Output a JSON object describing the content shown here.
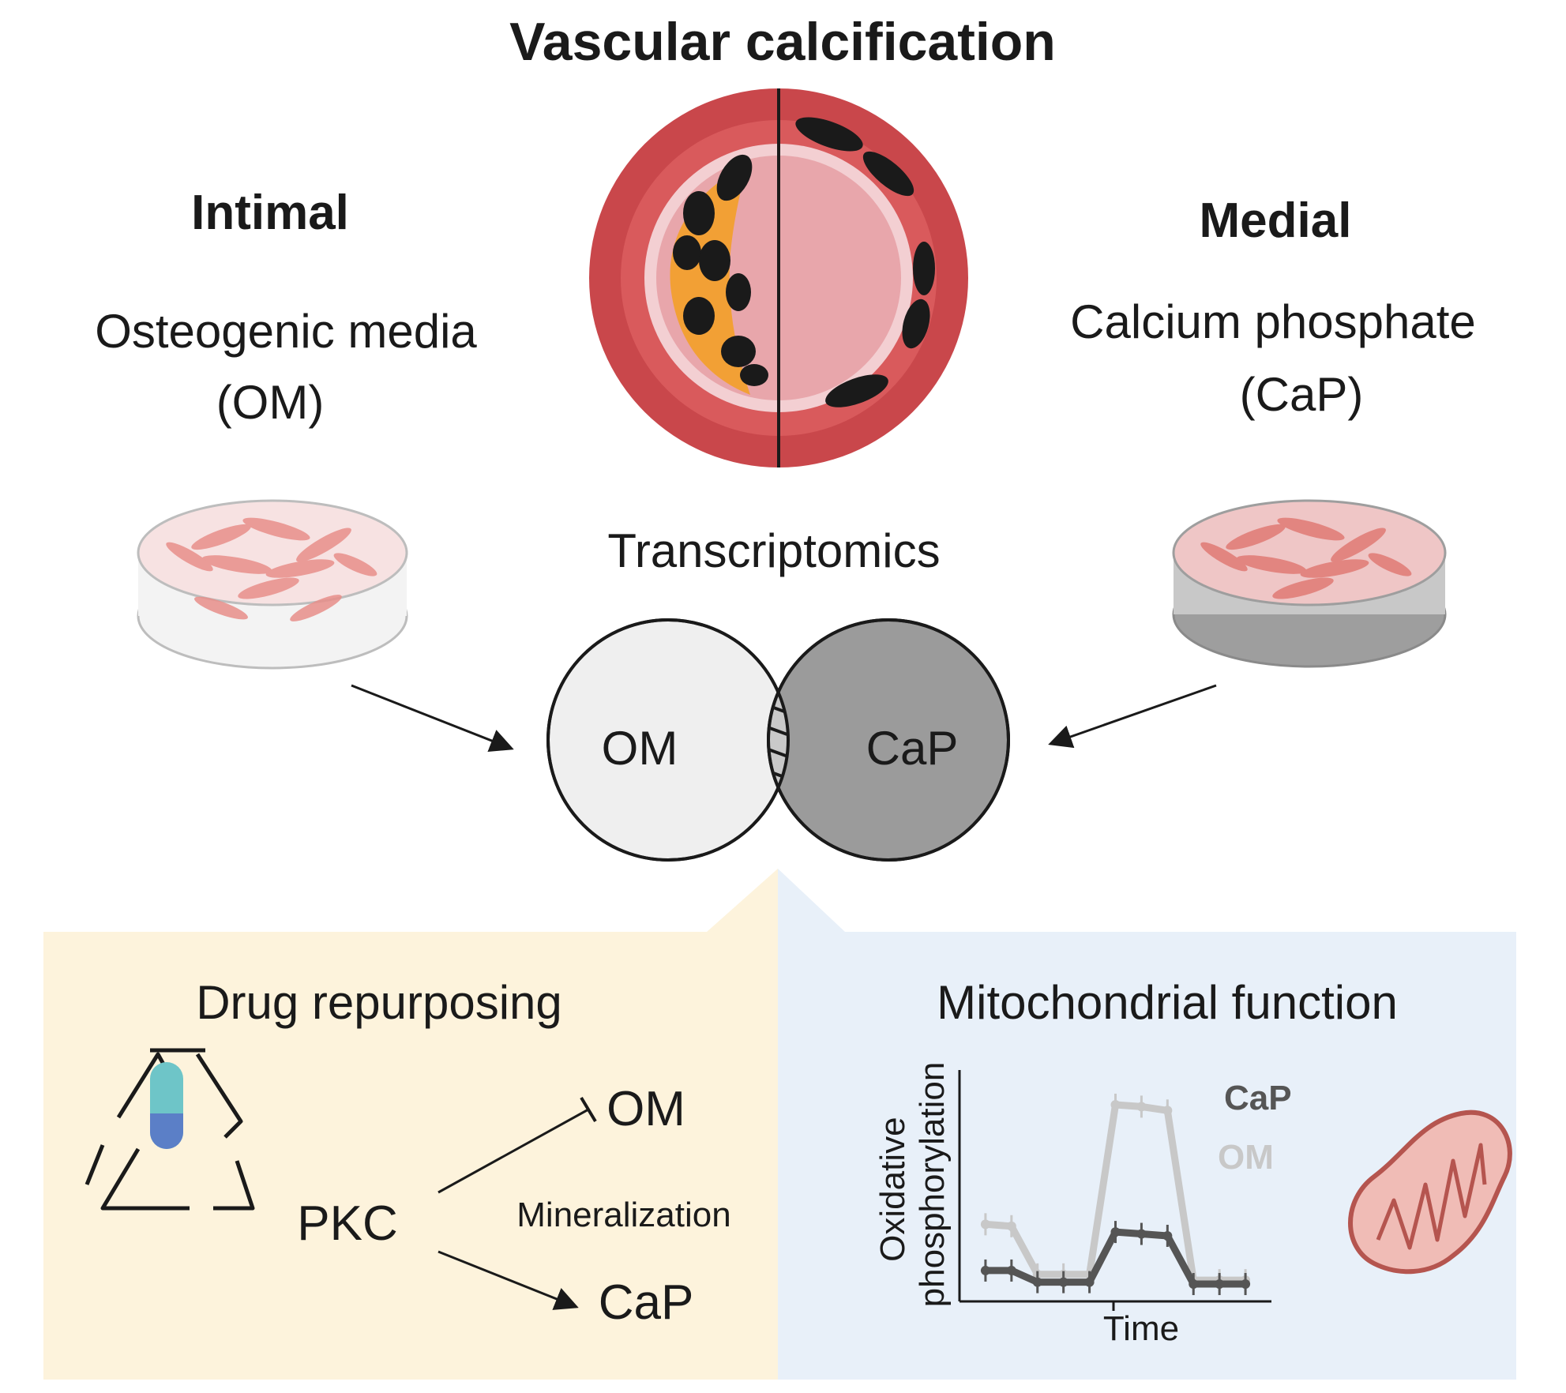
{
  "title": "Vascular calcification",
  "left": {
    "heading": "Intimal",
    "line1": "Osteogenic media",
    "line2": "(OM)"
  },
  "right": {
    "heading": "Medial",
    "line1": "Calcium phosphate",
    "line2": "(CaP)"
  },
  "center": {
    "label": "Transcriptomics",
    "venn_left": "OM",
    "venn_right": "CaP"
  },
  "drug_panel": {
    "title": "Drug repurposing",
    "pkc": "PKC",
    "mineralization": "Mineralization",
    "target_top": "OM",
    "target_bottom": "CaP",
    "background": "#fdf3dc"
  },
  "mito_panel": {
    "title": "Mitochondrial function",
    "background": "#e8f0f9"
  },
  "chart_data": {
    "type": "line",
    "xlabel": "Time",
    "ylabel": "Oxidative phosphorylation",
    "x": [
      1,
      2,
      3,
      4,
      5,
      6,
      7,
      8,
      9,
      10,
      11
    ],
    "series": [
      {
        "name": "CaP",
        "color": "#555555",
        "values": [
          0.8,
          0.8,
          0.5,
          0.5,
          0.5,
          1.8,
          1.75,
          1.7,
          0.45,
          0.45,
          0.45
        ]
      },
      {
        "name": "OM",
        "color": "#c8c8c8",
        "values": [
          2.0,
          1.95,
          0.7,
          0.7,
          0.7,
          5.1,
          5.05,
          4.95,
          0.55,
          0.55,
          0.55
        ]
      }
    ],
    "ylim": [
      0,
      6
    ],
    "xlim": [
      0,
      12
    ],
    "grid": false,
    "legend": "top-right"
  }
}
